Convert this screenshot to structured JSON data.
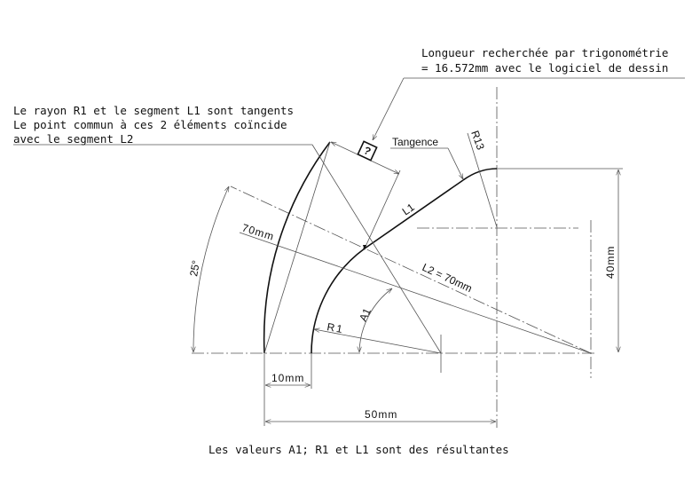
{
  "notes": {
    "top_right": [
      "Longueur recherchée par trigonométrie",
      "= 16.572mm avec le logiciel de dessin"
    ],
    "left": [
      "Le rayon R1 et le segment L1 sont tangents",
      "Le point commun à ces 2 éléments coïncide",
      "avec le segment L2"
    ],
    "bottom": "Les valeurs A1; R1 et L1 sont des résultantes"
  },
  "labels": {
    "unknown": "?",
    "tangence": "Tangence",
    "r13": "R13",
    "l1": "L1",
    "l2": "L2 = 70mm",
    "dim_70": "70mm",
    "angle_25": "25°",
    "a1": "A1",
    "r1": "R1",
    "dim_10": "10mm",
    "dim_50": "50mm",
    "dim_40": "40mm"
  }
}
